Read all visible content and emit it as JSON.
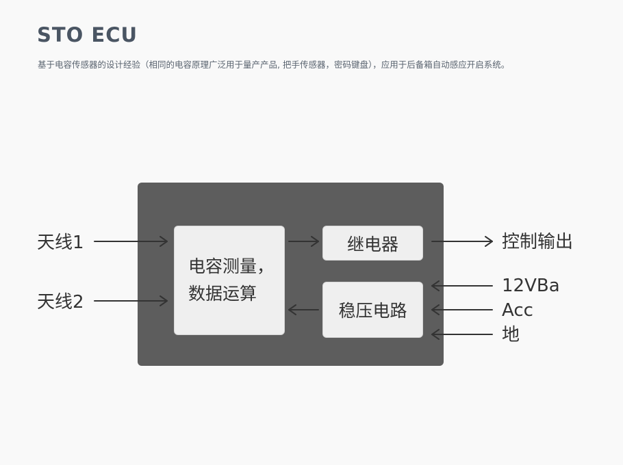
{
  "header": {
    "title": "STO ECU",
    "description": "基于电容传感器的设计经验（相同的电容原理广泛用于量产产品, 把手传感器，密码键盘），应用于后备箱自动感应开启系统。"
  },
  "diagram": {
    "inputs": {
      "antenna1": "天线1",
      "antenna2": "天线2"
    },
    "blocks": {
      "cpu_line1": "电容测量，",
      "cpu_line2": "数据运算",
      "relay": "继电器",
      "regulator": "稳压电路"
    },
    "outputs": {
      "control": "控制输出"
    },
    "power_inputs": {
      "battery": "12VBa",
      "acc": "Acc",
      "ground": "地"
    }
  },
  "colors": {
    "background": "#f9f9f9",
    "ecu_box": "#5d5d5d",
    "block_fill": "#efefef",
    "arrow": "#333333",
    "title": "#4a5563"
  }
}
